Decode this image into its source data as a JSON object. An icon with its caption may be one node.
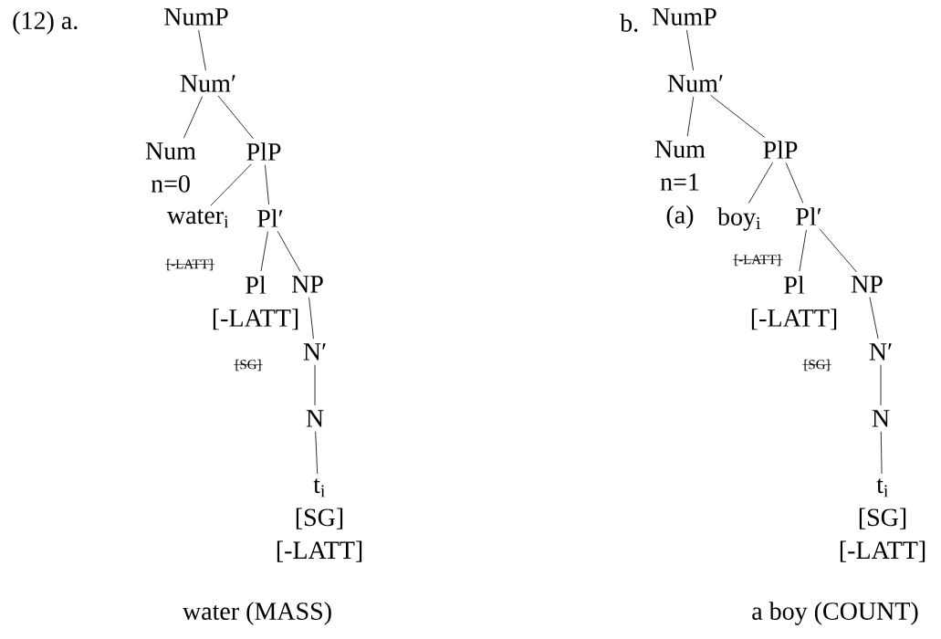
{
  "diagram": {
    "nodes": [
      {
        "text": [
          "NumP"
        ]
      },
      {
        "text": [
          "Num′"
        ]
      },
      {
        "text": [
          "Num",
          "n=0"
        ]
      },
      {
        "text": [
          "PlP"
        ]
      },
      {
        "text": [
          "water$_{i}$"
        ]
      },
      {
        "text": [
          "Pl′"
        ]
      },
      {
        "text": [
          "Pl",
          "[-LATT]"
        ]
      },
      {
        "text": [
          "NP"
        ]
      },
      {
        "text": [
          "N′"
        ]
      },
      {
        "text": [
          "N"
        ]
      },
      {
        "text": [
          "t$_{i}$",
          "[SG]",
          "[-LATT]"
        ]
      },
      {
        "text": [
          "NumP"
        ]
      },
      {
        "text": [
          "Num′"
        ]
      },
      {
        "text": [
          "Num",
          "n=1",
          "(a)"
        ]
      },
      {
        "text": [
          "PlP"
        ]
      },
      {
        "text": [
          "boy$_{i}$"
        ]
      },
      {
        "text": [
          "Pl′"
        ]
      },
      {
        "text": [
          "Pl",
          "[-LATT]"
        ]
      },
      {
        "text": [
          "NP"
        ]
      },
      {
        "text": [
          "N′"
        ]
      },
      {
        "text": [
          "N"
        ]
      },
      {
        "text": [
          "t$_{i}$",
          "[SG]",
          "[-LATT]"
        ]
      }
    ],
    "edges": [
      {
        "from": 0,
        "to": 1,
        "arrow": "none"
      },
      {
        "from": 1,
        "to": 2,
        "arrow": "none"
      },
      {
        "from": 1,
        "to": 3,
        "arrow": "none"
      },
      {
        "from": 3,
        "to": 4,
        "arrow": "none"
      },
      {
        "from": 3,
        "to": 5,
        "arrow": "none"
      },
      {
        "from": 5,
        "to": 6,
        "arrow": "none"
      },
      {
        "from": 5,
        "to": 7,
        "arrow": "none"
      },
      {
        "from": 7,
        "to": 8,
        "arrow": "none"
      },
      {
        "from": 8,
        "to": 9,
        "arrow": "none"
      },
      {
        "from": 9,
        "to": 10,
        "arrow": "none"
      },
      {
        "from": 11,
        "to": 12,
        "arrow": "none"
      },
      {
        "from": 12,
        "to": 13,
        "arrow": "none"
      },
      {
        "from": 12,
        "to": 14,
        "arrow": "none"
      },
      {
        "from": 14,
        "to": 15,
        "arrow": "none"
      },
      {
        "from": 14,
        "to": 16,
        "arrow": "none"
      },
      {
        "from": 16,
        "to": 17,
        "arrow": "none"
      },
      {
        "from": 16,
        "to": 18,
        "arrow": "none"
      },
      {
        "from": 18,
        "to": 19,
        "arrow": "none"
      },
      {
        "from": 19,
        "to": 20,
        "arrow": "none"
      },
      {
        "from": 20,
        "to": 21,
        "arrow": "none"
      }
    ],
    "labels": [
      "(12) a.",
      "b.",
      "[-LATT]",
      "[-LATT]",
      "[SG]",
      "[SG]",
      "water (MASS)",
      "a boy (COUNT)"
    ]
  }
}
